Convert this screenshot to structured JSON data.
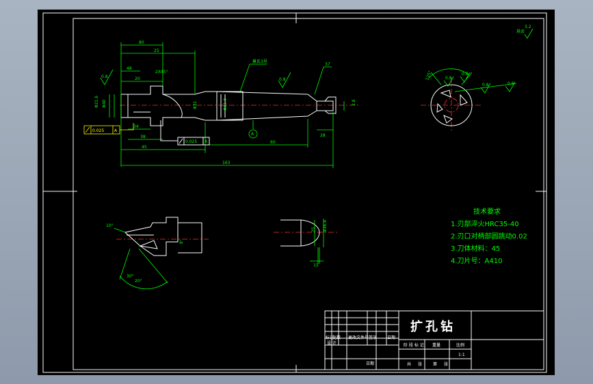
{
  "corner_mark": "其余",
  "corner_mark_value": "3.2",
  "main_view": {
    "dims": {
      "d80": "80",
      "d25": "25",
      "d48": "48",
      "chamfer": "2X45°",
      "d20": "20",
      "d34": "34",
      "d38": "38",
      "d45": "45",
      "d60": "60",
      "d163": "163",
      "phi_left": "Φ21.6",
      "phi_small": "Φ40",
      "phi_mid": "Φ31",
      "phi_taper": "Φ31.4",
      "d37": "37",
      "d28": "28",
      "d2_8": "2.8"
    },
    "roughness_a": "0.8",
    "roughness_b": "0.8",
    "note_label": "莫氏3号",
    "tolerance_a_value": "0.025",
    "tolerance_a_ref": "A",
    "tolerance_b_value": "0.025",
    "tolerance_b_ref": "A",
    "datum_label": "A"
  },
  "side_view": {
    "d125": "125°",
    "r1": "0.8",
    "r2": "0.8",
    "r3": "0.8",
    "r4": "0.6"
  },
  "detail_left": {
    "a10": "10°",
    "a30": "30°",
    "a20": "20°",
    "d8": "8°"
  },
  "detail_right": {
    "d25": "25",
    "d36": "Φ36.4",
    "d15": "15"
  },
  "tech": {
    "title": "技术要求",
    "items": [
      "1.刃部淬火HRC35-40",
      "2.刃口对柄部圆跳动0.02",
      "3.刀体材料：45",
      "4.刀片号：A410"
    ]
  },
  "title_block": {
    "name": "扩孔钻",
    "row_labels": [
      "标记",
      "处数",
      "更改文件号",
      "签字",
      "日期"
    ],
    "design": "设 计",
    "date": "日期",
    "col_labels": [
      "阶 段 标 记",
      "重量",
      "比例"
    ],
    "scale": "1:1",
    "bottom_labels": [
      "共",
      "张",
      "第",
      "张"
    ]
  }
}
